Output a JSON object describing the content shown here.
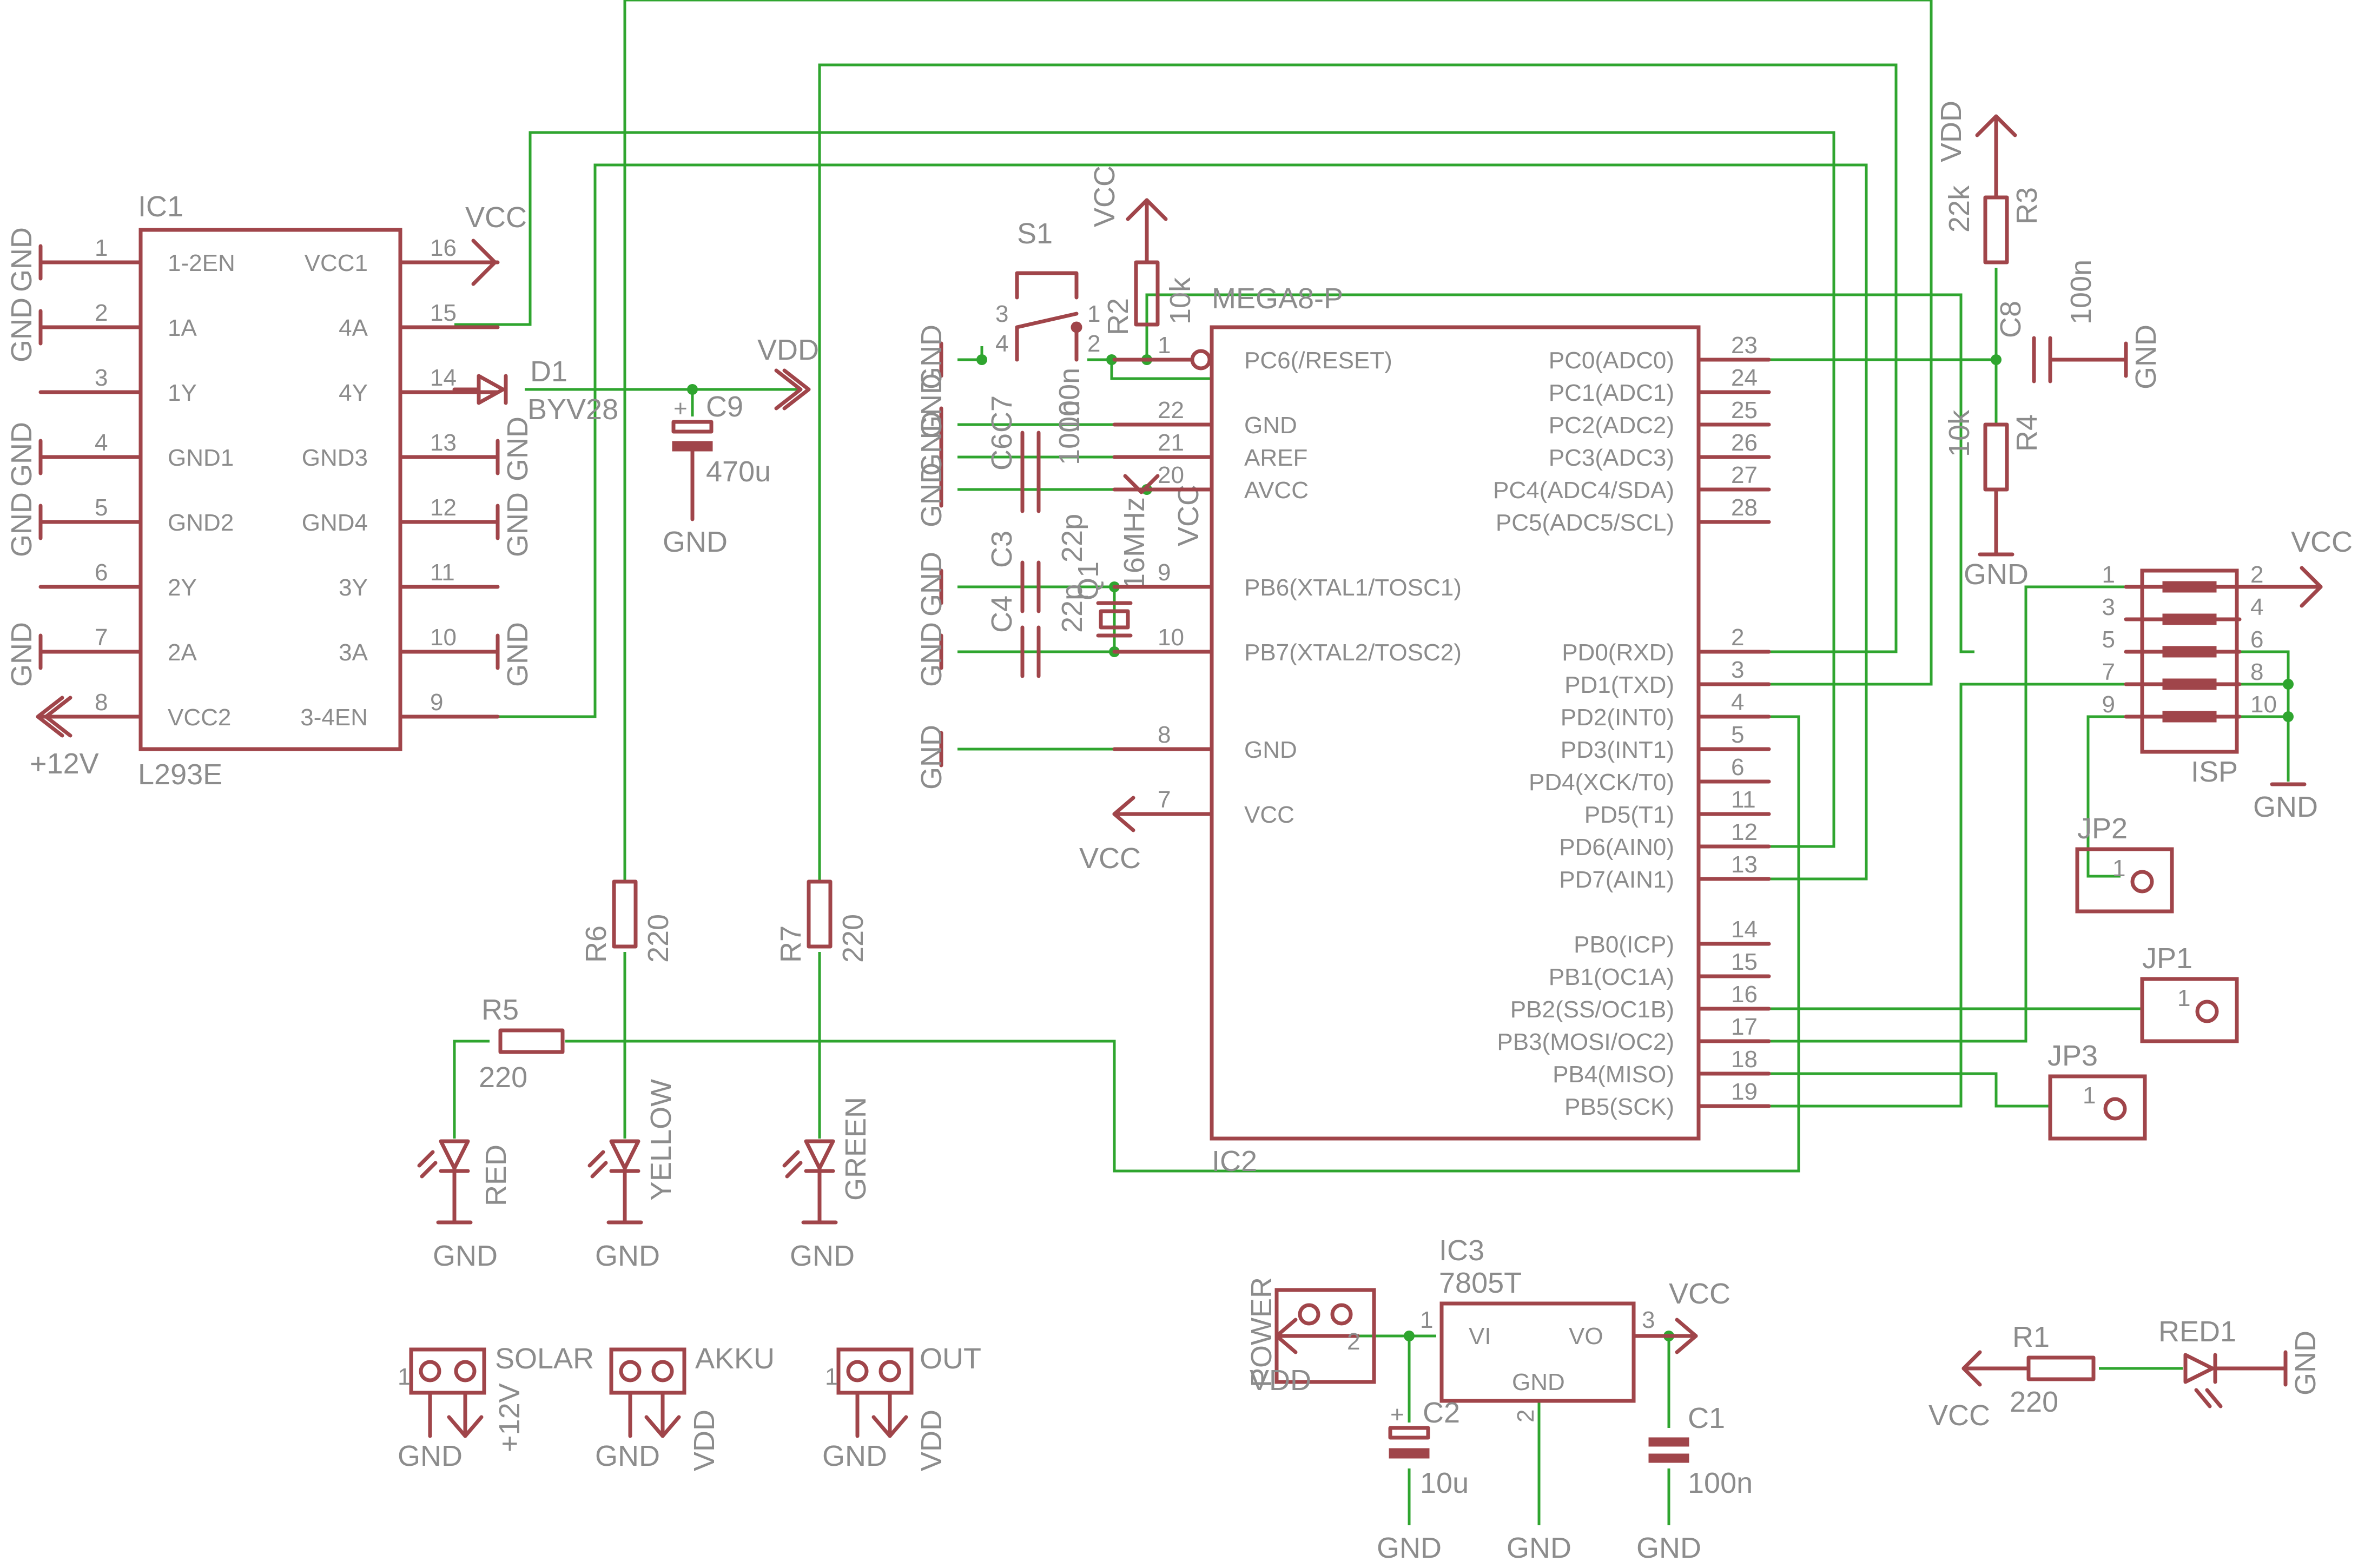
{
  "ic1": {
    "name": "IC1",
    "value": "L293E",
    "left_pins": [
      {
        "num": "1",
        "label": "1-2EN"
      },
      {
        "num": "2",
        "label": "1A"
      },
      {
        "num": "3",
        "label": "1Y"
      },
      {
        "num": "4",
        "label": "GND1"
      },
      {
        "num": "5",
        "label": "GND2"
      },
      {
        "num": "6",
        "label": "2Y"
      },
      {
        "num": "7",
        "label": "2A"
      },
      {
        "num": "8",
        "label": "VCC2"
      }
    ],
    "right_pins": [
      {
        "num": "16",
        "label": "VCC1"
      },
      {
        "num": "15",
        "label": "4A"
      },
      {
        "num": "14",
        "label": "4Y"
      },
      {
        "num": "13",
        "label": "GND3"
      },
      {
        "num": "12",
        "label": "GND4"
      },
      {
        "num": "11",
        "label": "3Y"
      },
      {
        "num": "10",
        "label": "3A"
      },
      {
        "num": "9",
        "label": "3-4EN"
      }
    ],
    "power": [
      "GND",
      "GND",
      "GND",
      "GND",
      "GND",
      "GND",
      "GND",
      "+12V",
      "VCC"
    ]
  },
  "d1": {
    "name": "D1",
    "value": "BYV28"
  },
  "c9": {
    "name": "C9",
    "value": "470u",
    "gnd": "GND"
  },
  "vdd_net": "VDD",
  "s1": {
    "name": "S1",
    "pins": [
      "3",
      "4",
      "1",
      "2"
    ]
  },
  "r2": {
    "name": "R2",
    "value": "10k",
    "vcc": "VCC"
  },
  "ic2": {
    "name": "IC2",
    "value": "MEGA8-P",
    "left_pins": [
      {
        "num": "1",
        "label": "PC6(/RESET)"
      },
      {
        "num": "22",
        "label": "GND"
      },
      {
        "num": "21",
        "label": "AREF"
      },
      {
        "num": "20",
        "label": "AVCC"
      },
      {
        "num": "9",
        "label": "PB6(XTAL1/TOSC1)"
      },
      {
        "num": "10",
        "label": "PB7(XTAL2/TOSC2)"
      },
      {
        "num": "8",
        "label": "GND"
      },
      {
        "num": "7",
        "label": "VCC"
      }
    ],
    "right_pins": [
      {
        "num": "23",
        "label": "PC0(ADC0)"
      },
      {
        "num": "24",
        "label": "PC1(ADC1)"
      },
      {
        "num": "25",
        "label": "PC2(ADC2)"
      },
      {
        "num": "26",
        "label": "PC3(ADC3)"
      },
      {
        "num": "27",
        "label": "PC4(ADC4/SDA)"
      },
      {
        "num": "28",
        "label": "PC5(ADC5/SCL)"
      },
      {
        "num": "2",
        "label": "PD0(RXD)"
      },
      {
        "num": "3",
        "label": "PD1(TXD)"
      },
      {
        "num": "4",
        "label": "PD2(INT0)"
      },
      {
        "num": "5",
        "label": "PD3(INT1)"
      },
      {
        "num": "6",
        "label": "PD4(XCK/T0)"
      },
      {
        "num": "11",
        "label": "PD5(T1)"
      },
      {
        "num": "12",
        "label": "PD6(AIN0)"
      },
      {
        "num": "13",
        "label": "PD7(AIN1)"
      },
      {
        "num": "14",
        "label": "PB0(ICP)"
      },
      {
        "num": "15",
        "label": "PB1(OC1A)"
      },
      {
        "num": "16",
        "label": "PB2(SS/OC1B)"
      },
      {
        "num": "17",
        "label": "PB3(MOSI/OC2)"
      },
      {
        "num": "18",
        "label": "PB4(MISO)"
      },
      {
        "num": "19",
        "label": "PB5(SCK)"
      }
    ],
    "vcc_label": "VCC",
    "avcc_label": "VCC"
  },
  "c7": {
    "name": "C7",
    "value": "100n"
  },
  "c6": {
    "name": "C6",
    "value": "100n"
  },
  "c3": {
    "name": "C3",
    "value": "22p"
  },
  "c4": {
    "name": "C4",
    "value": "22p"
  },
  "q1": {
    "name": "Q1",
    "value": "16MHz"
  },
  "gnd": "GND",
  "r3": {
    "name": "R3",
    "value": "22k",
    "vdd": "VDD"
  },
  "r4": {
    "name": "R4",
    "value": "10k"
  },
  "c8": {
    "name": "C8",
    "value": "100n"
  },
  "isp": {
    "name": "ISP",
    "pins": [
      "1",
      "2",
      "3",
      "4",
      "5",
      "6",
      "7",
      "8",
      "9",
      "10"
    ],
    "vcc": "VCC",
    "gnd": "GND"
  },
  "jp1": {
    "name": "JP1",
    "pin": "1"
  },
  "jp2": {
    "name": "JP2",
    "pin": "1"
  },
  "jp3": {
    "name": "JP3",
    "pin": "1"
  },
  "r5": {
    "name": "R5",
    "value": "220"
  },
  "r6": {
    "name": "R6",
    "value": "220"
  },
  "r7": {
    "name": "R7",
    "value": "220"
  },
  "leds": {
    "red": "RED",
    "yellow": "YELLOW",
    "green": "GREEN"
  },
  "connectors": {
    "solar": "SOLAR",
    "akku": "AKKU",
    "out": "OUT",
    "power": "POWER",
    "pin1": "1",
    "pin2": "2",
    "v12": "+12V",
    "vdd": "VDD"
  },
  "ic3": {
    "name": "IC3",
    "value": "7805T",
    "vi": "VI",
    "vo": "VO",
    "gnd": "GND",
    "p1": "1",
    "p2": "2",
    "p3": "3",
    "vcc": "VCC"
  },
  "c2": {
    "name": "C2",
    "value": "10u"
  },
  "c1": {
    "name": "C1",
    "value": "100n"
  },
  "r1": {
    "name": "R1",
    "value": "220",
    "vcc": "VCC"
  },
  "red1": {
    "name": "RED1",
    "gnd": "GND"
  }
}
